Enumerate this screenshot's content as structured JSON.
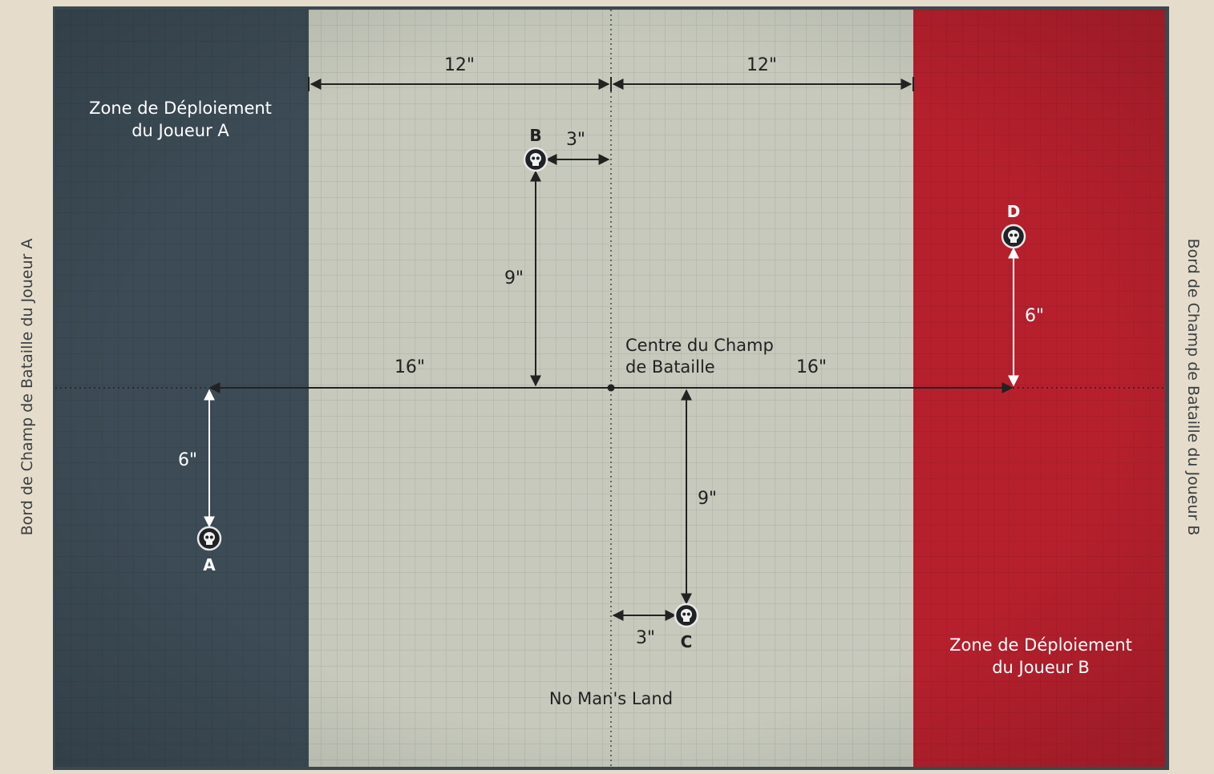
{
  "map": {
    "left_edge_label": "Bord de Champ de Bataille du Joueur A",
    "right_edge_label": "Bord de Champ de Bataille du Joueur B",
    "deployment_a": {
      "line1": "Zone de Déploiement",
      "line2": "du Joueur A",
      "color": "#3c4b55"
    },
    "deployment_b": {
      "line1": "Zone de Déploiement",
      "line2": "du Joueur B",
      "color": "#b6202d"
    },
    "no_mans_land": {
      "label": "No Man's Land",
      "color": "#c6c9bc"
    },
    "center": {
      "line1": "Centre du Champ",
      "line2": "de Bataille"
    },
    "objectives": [
      {
        "id": "A",
        "label": "A",
        "icon": "skull-icon"
      },
      {
        "id": "B",
        "label": "B",
        "icon": "skull-icon"
      },
      {
        "id": "C",
        "label": "C",
        "icon": "skull-icon"
      },
      {
        "id": "D",
        "label": "D",
        "icon": "skull-icon"
      }
    ],
    "measurements": [
      {
        "id": "zone-left-width",
        "text": "12\""
      },
      {
        "id": "zone-right-width",
        "text": "12\""
      },
      {
        "id": "b-to-center-x",
        "text": "3\""
      },
      {
        "id": "b-to-center-y",
        "text": "9\""
      },
      {
        "id": "a-to-center-x",
        "text": "16\""
      },
      {
        "id": "d-to-center-x",
        "text": "16\""
      },
      {
        "id": "d-to-center-y",
        "text": "6\""
      },
      {
        "id": "a-to-center-y",
        "text": "6\""
      },
      {
        "id": "c-to-center-y",
        "text": "9\""
      },
      {
        "id": "c-to-center-x",
        "text": "3\""
      }
    ]
  }
}
